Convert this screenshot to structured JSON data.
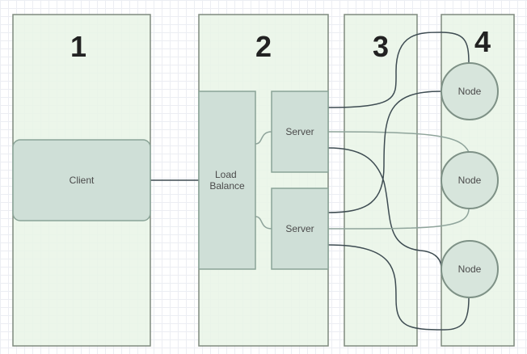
{
  "lanes": [
    {
      "number": "1"
    },
    {
      "number": "2"
    },
    {
      "number": "3"
    },
    {
      "number": "4"
    }
  ],
  "client": {
    "label": "Client"
  },
  "load_balancer": {
    "label_line1": "Load",
    "label_line2": "Balance"
  },
  "servers": [
    {
      "label": "Server"
    },
    {
      "label": "Server"
    }
  ],
  "nodes": [
    {
      "label": "Node"
    },
    {
      "label": "Node"
    },
    {
      "label": "Node"
    }
  ],
  "colors": {
    "lane_fill": "#e9f4e6",
    "box_fill": "#cfdfd7",
    "node_fill": "#d7e5dc",
    "edge_dark": "#3e4c52",
    "edge_light": "#8fa49b"
  }
}
